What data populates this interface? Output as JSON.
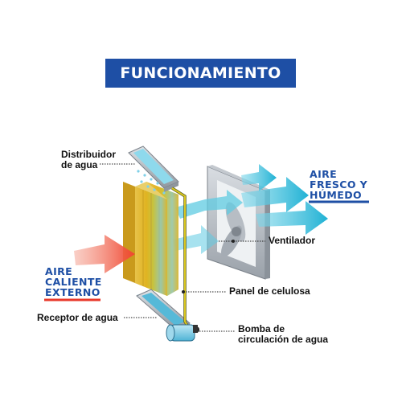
{
  "title": "FUNCIONAMIENTO",
  "labels": {
    "distribuidor_line1": "Distribuidor",
    "distribuidor_line2": "de agua",
    "aire_fresco_line1": "AIRE",
    "aire_fresco_line2": "FRESCO Y",
    "aire_fresco_line3": "HÚMEDO",
    "ventilador": "Ventilador",
    "aire_caliente_line1": "AIRE",
    "aire_caliente_line2": "CALIENTE",
    "aire_caliente_line3": "EXTERNO",
    "panel": "Panel de celulosa",
    "receptor": "Receptor de agua",
    "bomba_line1": "Bomba de",
    "bomba_line2": "circulación de agua"
  },
  "colors": {
    "title_bg": "#1e4fa5",
    "cool_air": "#2ab6d6",
    "hot_air": "#f25a45",
    "hot_underline": "#e8392b",
    "cool_underline": "#1e4fa5",
    "pad_yellow": "#e3b323",
    "pipe": "#d9c620"
  }
}
